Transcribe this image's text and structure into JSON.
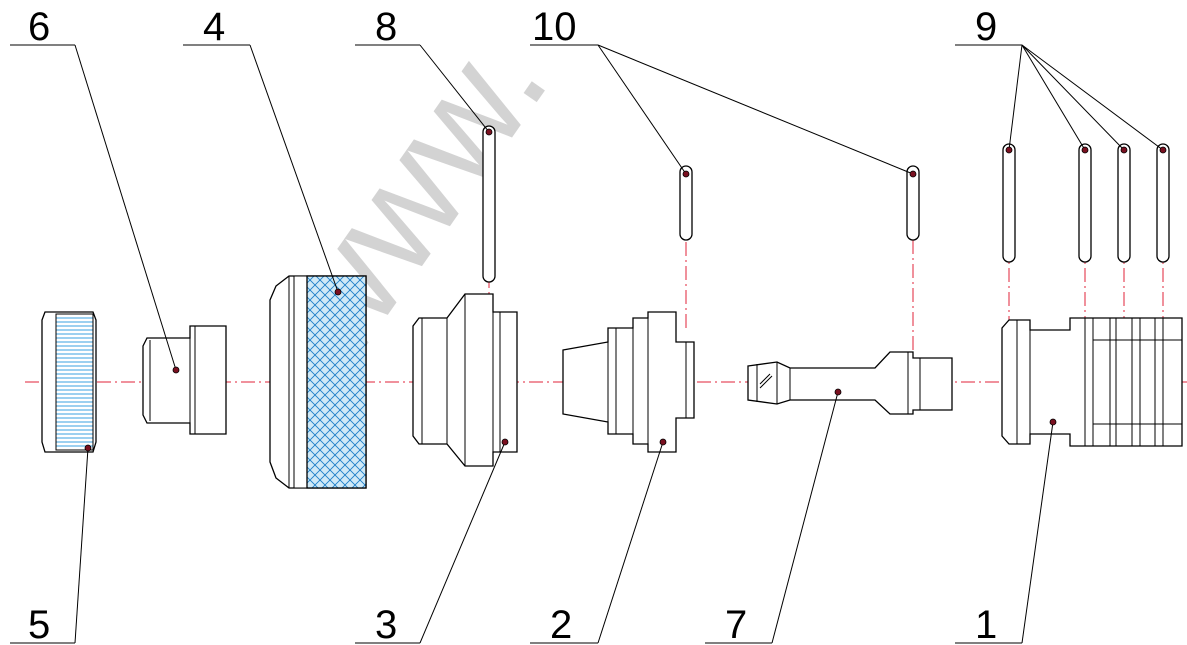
{
  "callouts": {
    "c6": "6",
    "c4": "4",
    "c8": "8",
    "c10": "10",
    "c9": "9",
    "c5": "5",
    "c3": "3",
    "c2": "2",
    "c7": "7",
    "c1": "1"
  },
  "watermark": "www.",
  "colors": {
    "axis": "#e0233a",
    "knurl": "#3aa0e0",
    "mesh": "#1c7ec8",
    "meshFill": "#cfe9f7",
    "leader_dot": "#7a1020"
  }
}
